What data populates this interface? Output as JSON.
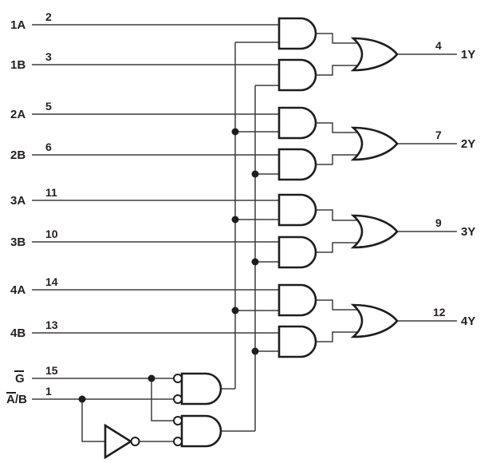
{
  "diagram": {
    "title": "quad-2-line-to-1-line-data-selector-logic-diagram",
    "inputs": [
      {
        "name": "1A",
        "pin": "2"
      },
      {
        "name": "1B",
        "pin": "3"
      },
      {
        "name": "2A",
        "pin": "5"
      },
      {
        "name": "2B",
        "pin": "6"
      },
      {
        "name": "3A",
        "pin": "11"
      },
      {
        "name": "3B",
        "pin": "10"
      },
      {
        "name": "4A",
        "pin": "14"
      },
      {
        "name": "4B",
        "pin": "13"
      },
      {
        "name": "G",
        "pin": "15",
        "overline": "G"
      },
      {
        "name": "A/B",
        "pin": "1",
        "overline": "A"
      }
    ],
    "outputs": [
      {
        "name": "1Y",
        "pin": "4"
      },
      {
        "name": "2Y",
        "pin": "7"
      },
      {
        "name": "3Y",
        "pin": "9"
      },
      {
        "name": "4Y",
        "pin": "12"
      }
    ],
    "gates": {
      "and_count": 10,
      "or_count": 4,
      "inverter_count": 1
    },
    "colors": {
      "background": "#ffffff",
      "wire": "#3d3d3d",
      "gate_stroke": "#1e1e1e",
      "text": "#231f20"
    }
  }
}
